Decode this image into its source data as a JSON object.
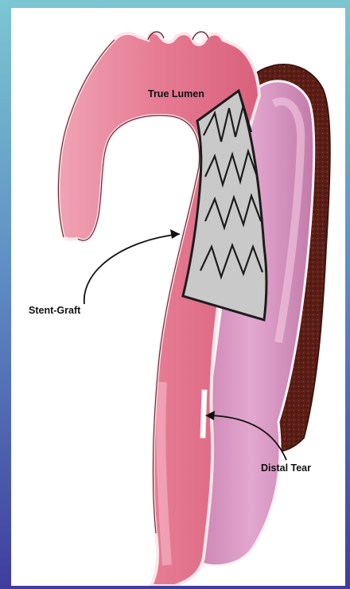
{
  "labels": {
    "true_lumen": "True Lumen",
    "stent_graft": "Stent-Graft",
    "distal_tear": "Distal Tear"
  },
  "colors": {
    "background_top": "#7cc6d2",
    "background_bottom": "#3f3d9e",
    "true_lumen": "#e87a92",
    "false_lumen": "#d98fbd",
    "thrombus": "#5a1e16",
    "stent_fill": "#c9c9c9"
  }
}
